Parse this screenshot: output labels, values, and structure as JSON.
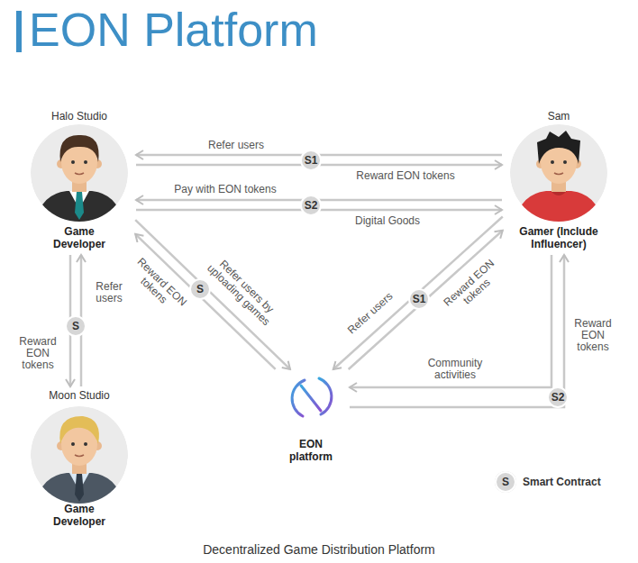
{
  "diagram": {
    "title": "EON Platform",
    "caption": "Decentralized Game Distribution Platform",
    "nodes": [
      {
        "text": [
          "Halo Studio",
          "Game Developer"
        ]
      },
      {
        "text": [
          "Sam",
          "Gamer (Include Influencer)"
        ]
      },
      {
        "text": [
          "Moon Studio",
          "Game Developer"
        ]
      },
      {
        "text": [
          "EON platform"
        ]
      }
    ],
    "edges": [
      {
        "from": 1,
        "to": 0,
        "label": "Refer users",
        "arrow": "to"
      },
      {
        "from": 0,
        "to": 1,
        "label": "Reward EON tokens",
        "arrow": "to"
      },
      {
        "from": 1,
        "to": 0,
        "label": "Pay with EON tokens",
        "arrow": "to"
      },
      {
        "from": 0,
        "to": 1,
        "label": "Digital Goods",
        "arrow": "to"
      },
      {
        "from": 2,
        "to": 0,
        "label": "Refer users",
        "arrow": "to"
      },
      {
        "from": 0,
        "to": 2,
        "label": "Reward EON tokens",
        "arrow": "to"
      },
      {
        "from": 3,
        "to": 0,
        "label": "Reward EON tokens",
        "arrow": "to"
      },
      {
        "from": 0,
        "to": 3,
        "label": "Refer users by uploading games",
        "arrow": "to"
      },
      {
        "from": 1,
        "to": 3,
        "label": "Refer users",
        "arrow": "to"
      },
      {
        "from": 3,
        "to": 1,
        "label": "Reward EON tokens",
        "arrow": "to"
      },
      {
        "from": 1,
        "to": 3,
        "label": "Community activities",
        "arrow": "to"
      },
      {
        "from": 3,
        "to": 1,
        "label": "Reward EON tokens",
        "arrow": "to"
      }
    ],
    "labels": [
      "S1",
      "S2",
      "S",
      "S",
      "S1",
      "S2",
      "S"
    ],
    "legend": [
      {
        "text": "Smart Contract"
      }
    ]
  }
}
